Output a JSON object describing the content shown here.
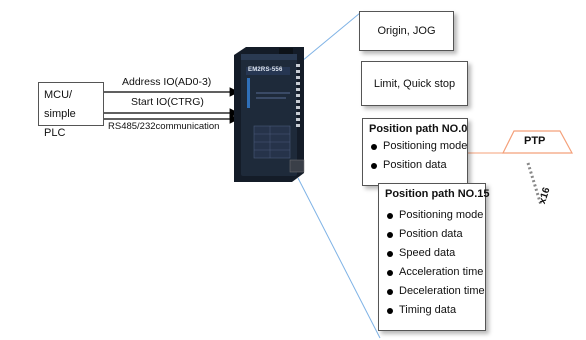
{
  "colors": {
    "connector_blue": "#7fb3e6",
    "ptp_orange": "#f4a07a",
    "dotted_gray": "#888888",
    "device_body": "#1e2a3a",
    "device_accent": "#2f6fb8"
  },
  "controller": {
    "line1": "MCU/",
    "line2": "simple PLC"
  },
  "signals": {
    "address": "Address IO(AD0-3)",
    "start": "Start IO(CTRG)",
    "comm": "RS485/232communication"
  },
  "device": {
    "model": "EM2RS-556"
  },
  "functions": {
    "origin": "Origin, JOG",
    "limit": "Limit, Quick stop"
  },
  "path0": {
    "title": "Position path NO.0",
    "items": [
      "Positioning mode",
      "Position data"
    ]
  },
  "path15": {
    "title": "Position path NO.15",
    "items": [
      "Positioning mode",
      "Position data",
      "Speed data",
      "Acceleration time",
      "Deceleration time",
      "Timing data"
    ]
  },
  "ptp": {
    "label": "PTP",
    "multiplier": "x16"
  }
}
